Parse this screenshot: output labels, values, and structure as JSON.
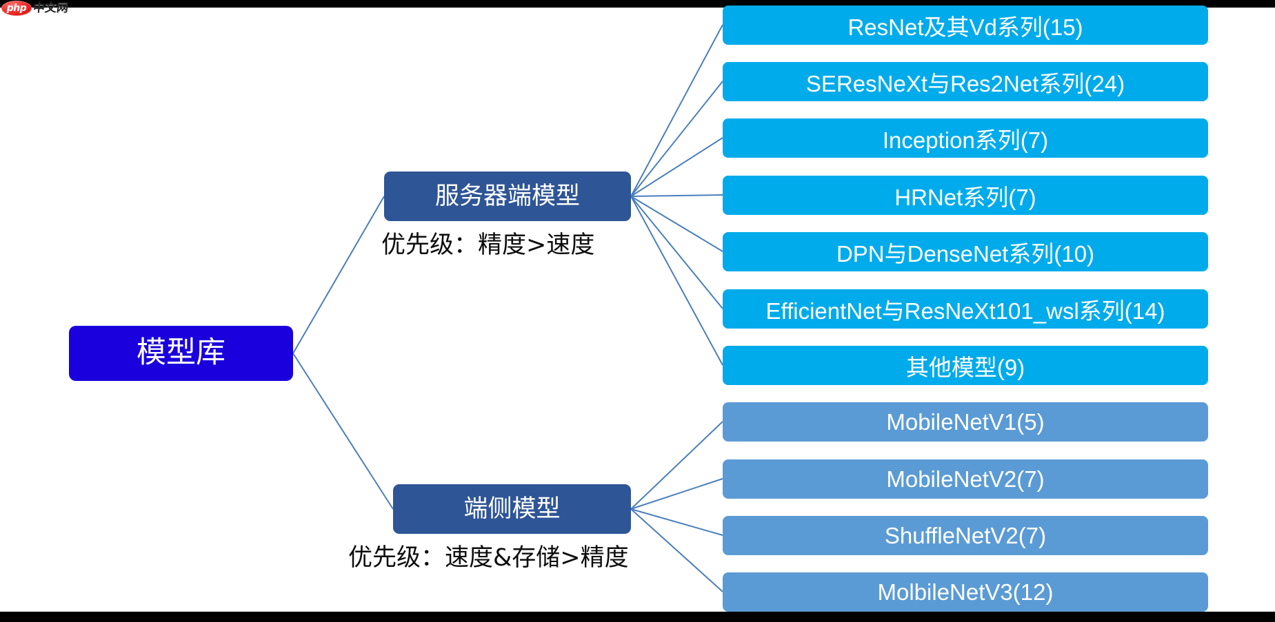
{
  "watermark": {
    "badge_text": "php",
    "site_text": "中文网"
  },
  "colors": {
    "root_node": "#1A00DC",
    "branch_node": "#2E5596",
    "server_leaf": "#00ABEB",
    "mobile_leaf": "#5B9BD5",
    "connector": "#4A7EBC",
    "background": "#FFFFFF",
    "letterbox": "#000000"
  },
  "diagram": {
    "root": {
      "label": "模型库"
    },
    "branches": [
      {
        "label": "服务器端模型",
        "caption": "优先级：精度>速度",
        "leaves": [
          {
            "label": "ResNet及其Vd系列(15)",
            "count": 15
          },
          {
            "label": "SEResNeXt与Res2Net系列(24)",
            "count": 24
          },
          {
            "label": "Inception系列(7)",
            "count": 7
          },
          {
            "label": "HRNet系列(7)",
            "count": 7
          },
          {
            "label": "DPN与DenseNet系列(10)",
            "count": 10
          },
          {
            "label": "EfficientNet与ResNeXt101_wsl系列(14)",
            "count": 14
          },
          {
            "label": "其他模型(9)",
            "count": 9
          }
        ]
      },
      {
        "label": "端侧模型",
        "caption": "优先级：速度&存储>精度",
        "leaves": [
          {
            "label": "MobileNetV1(5)",
            "count": 5
          },
          {
            "label": "MobileNetV2(7)",
            "count": 7
          },
          {
            "label": "ShuffleNetV2(7)",
            "count": 7
          },
          {
            "label": "MolbileNetV3(12)",
            "count": 12
          }
        ]
      }
    ]
  }
}
